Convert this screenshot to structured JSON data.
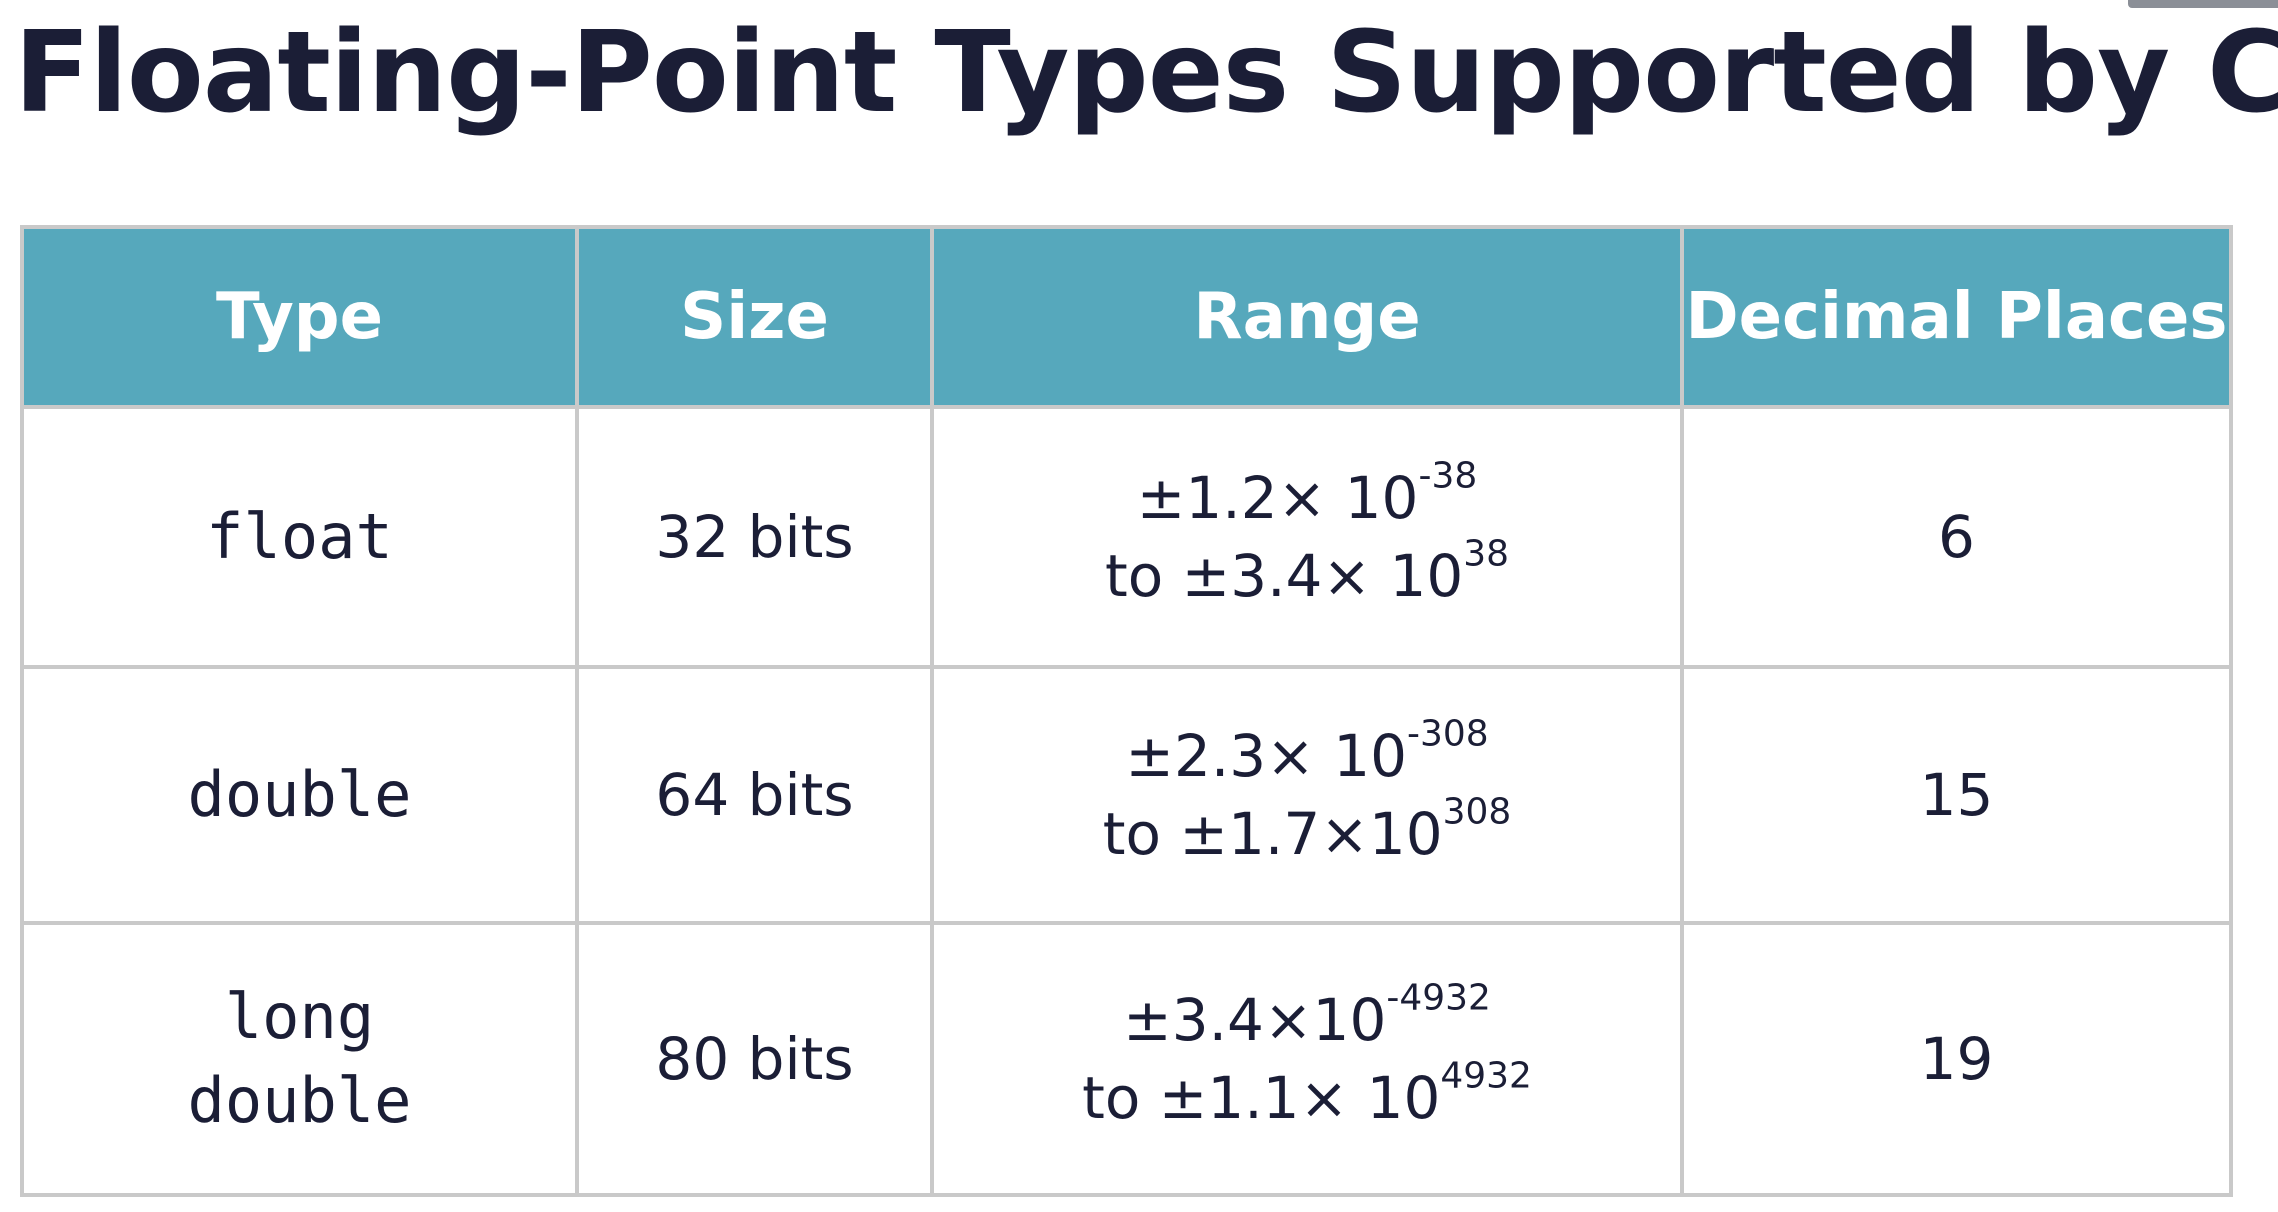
{
  "title": "Floating-Point Types Supported by C",
  "table": {
    "headers": [
      "Type",
      "Size",
      "Range",
      "Decimal Places"
    ],
    "rows": [
      {
        "type_lines": [
          "float"
        ],
        "size": "32 bits",
        "range": [
          {
            "prefix": "±1.2× 10",
            "exp": "-38"
          },
          {
            "prefix": "to ±3.4× 10",
            "exp": "38"
          }
        ],
        "decimal_places": "6"
      },
      {
        "type_lines": [
          "double"
        ],
        "size": "64 bits",
        "range": [
          {
            "prefix": "±2.3× 10",
            "exp": "-308"
          },
          {
            "prefix": "to ±1.7×10",
            "exp": "308"
          }
        ],
        "decimal_places": "15"
      },
      {
        "type_lines": [
          "long",
          "double"
        ],
        "size": "80 bits",
        "range": [
          {
            "prefix": "±3.4×10",
            "exp": "-4932"
          },
          {
            "prefix": "to ±1.1× 10",
            "exp": "4932"
          }
        ],
        "decimal_places": "19"
      }
    ]
  },
  "colors": {
    "header_background": "#56a8bc",
    "header_text": "#ffffff",
    "title_text": "#1b1e36",
    "cell_border": "#c9c9c9"
  }
}
